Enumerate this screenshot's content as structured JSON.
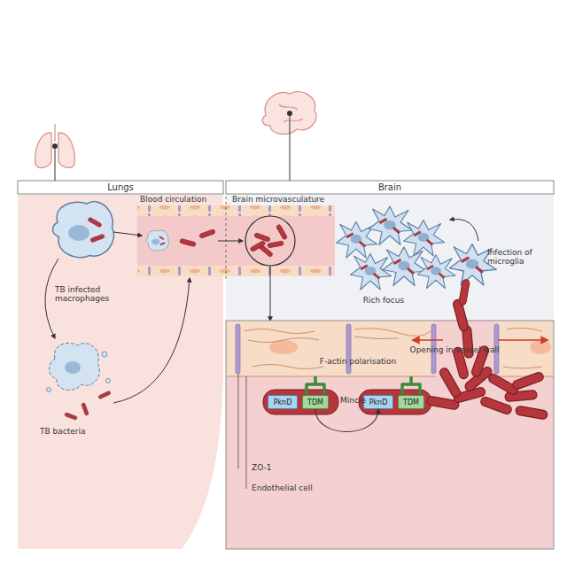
{
  "diagram": {
    "nodes": [
      {
        "text": [
          "Lungs"
        ]
      },
      {
        "text": [
          "Brain"
        ]
      },
      {
        "text": [
          "PknD"
        ],
        "in": 1
      },
      {
        "text": [
          "TDM"
        ],
        "in": 1
      },
      {
        "text": [
          "PknD"
        ],
        "in": 1
      },
      {
        "text": [
          "TDM"
        ],
        "in": 1
      }
    ],
    "edges": [
      {
        "from": 3,
        "to": 4,
        "arrow": "to"
      }
    ],
    "labels": [
      "Blood circulation",
      "Brain microvasculature",
      "TB infected macrophages",
      "TB bacteria",
      "Rich focus",
      "Infection of microglia",
      "F-actin polarisation",
      "Opening in vessel wall",
      "Mincle",
      "ZO-1",
      "Endothelial cell"
    ]
  }
}
